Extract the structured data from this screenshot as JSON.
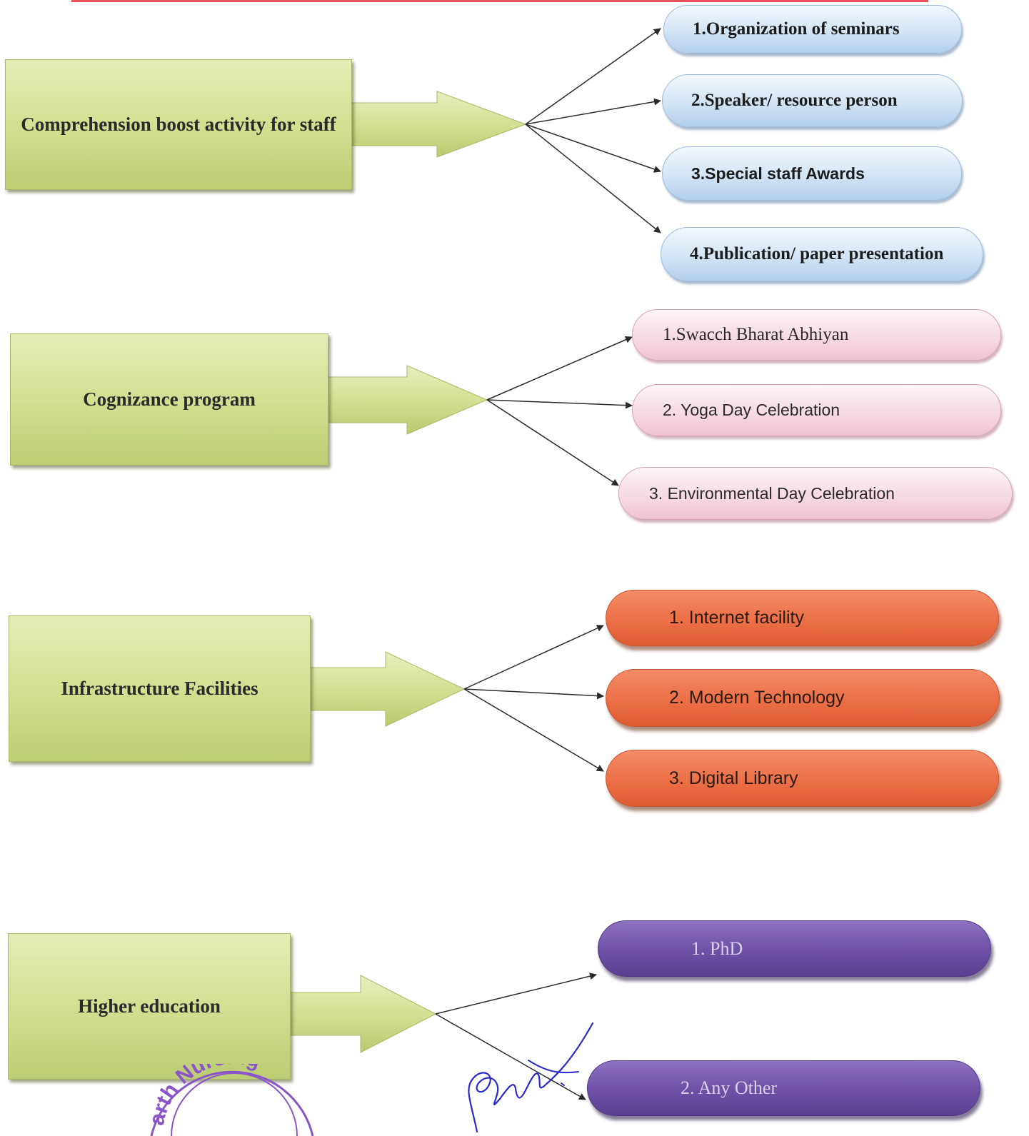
{
  "groups": [
    {
      "title": "Comprehension boost activity for staff",
      "items": [
        "1.Organization of seminars",
        "2.Speaker/ resource person",
        "3.Special staff Awards",
        "4.Publication/ paper presentation"
      ]
    },
    {
      "title": "Cognizance program",
      "items": [
        "1.Swacch Bharat Abhiyan",
        "2. Yoga Day Celebration",
        "3. Environmental Day Celebration"
      ]
    },
    {
      "title": "Infrastructure Facilities",
      "items": [
        "1.   Internet facility",
        "2.   Modern Technology",
        "3.   Digital Library"
      ]
    },
    {
      "title": "Higher education",
      "items": [
        "1.   PhD",
        "2.   Any Other"
      ]
    }
  ],
  "stamp": {
    "text": "arth Nursing"
  },
  "colors": {
    "box_green": "#d0df8f",
    "pill_blue": "#d9e8f6",
    "pill_pink": "#f6dde6",
    "pill_orange": "#ec6f46",
    "pill_purple": "#6f52a8",
    "top_rule": "#e8515a",
    "stamp_ink": "#8a55c8",
    "signature_ink": "#2a2ad0"
  }
}
